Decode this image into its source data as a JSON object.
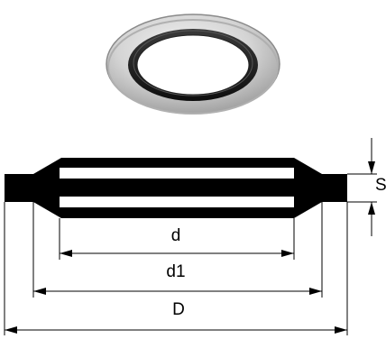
{
  "colors": {
    "line": "#000000",
    "background": "#ffffff",
    "metal_ring": "#d8d8d8",
    "rubber_seal": "#1a1a1a"
  },
  "labels": {
    "thickness": "S",
    "inner_diameter": "d",
    "seal_diameter": "d1",
    "outer_diameter": "D"
  }
}
